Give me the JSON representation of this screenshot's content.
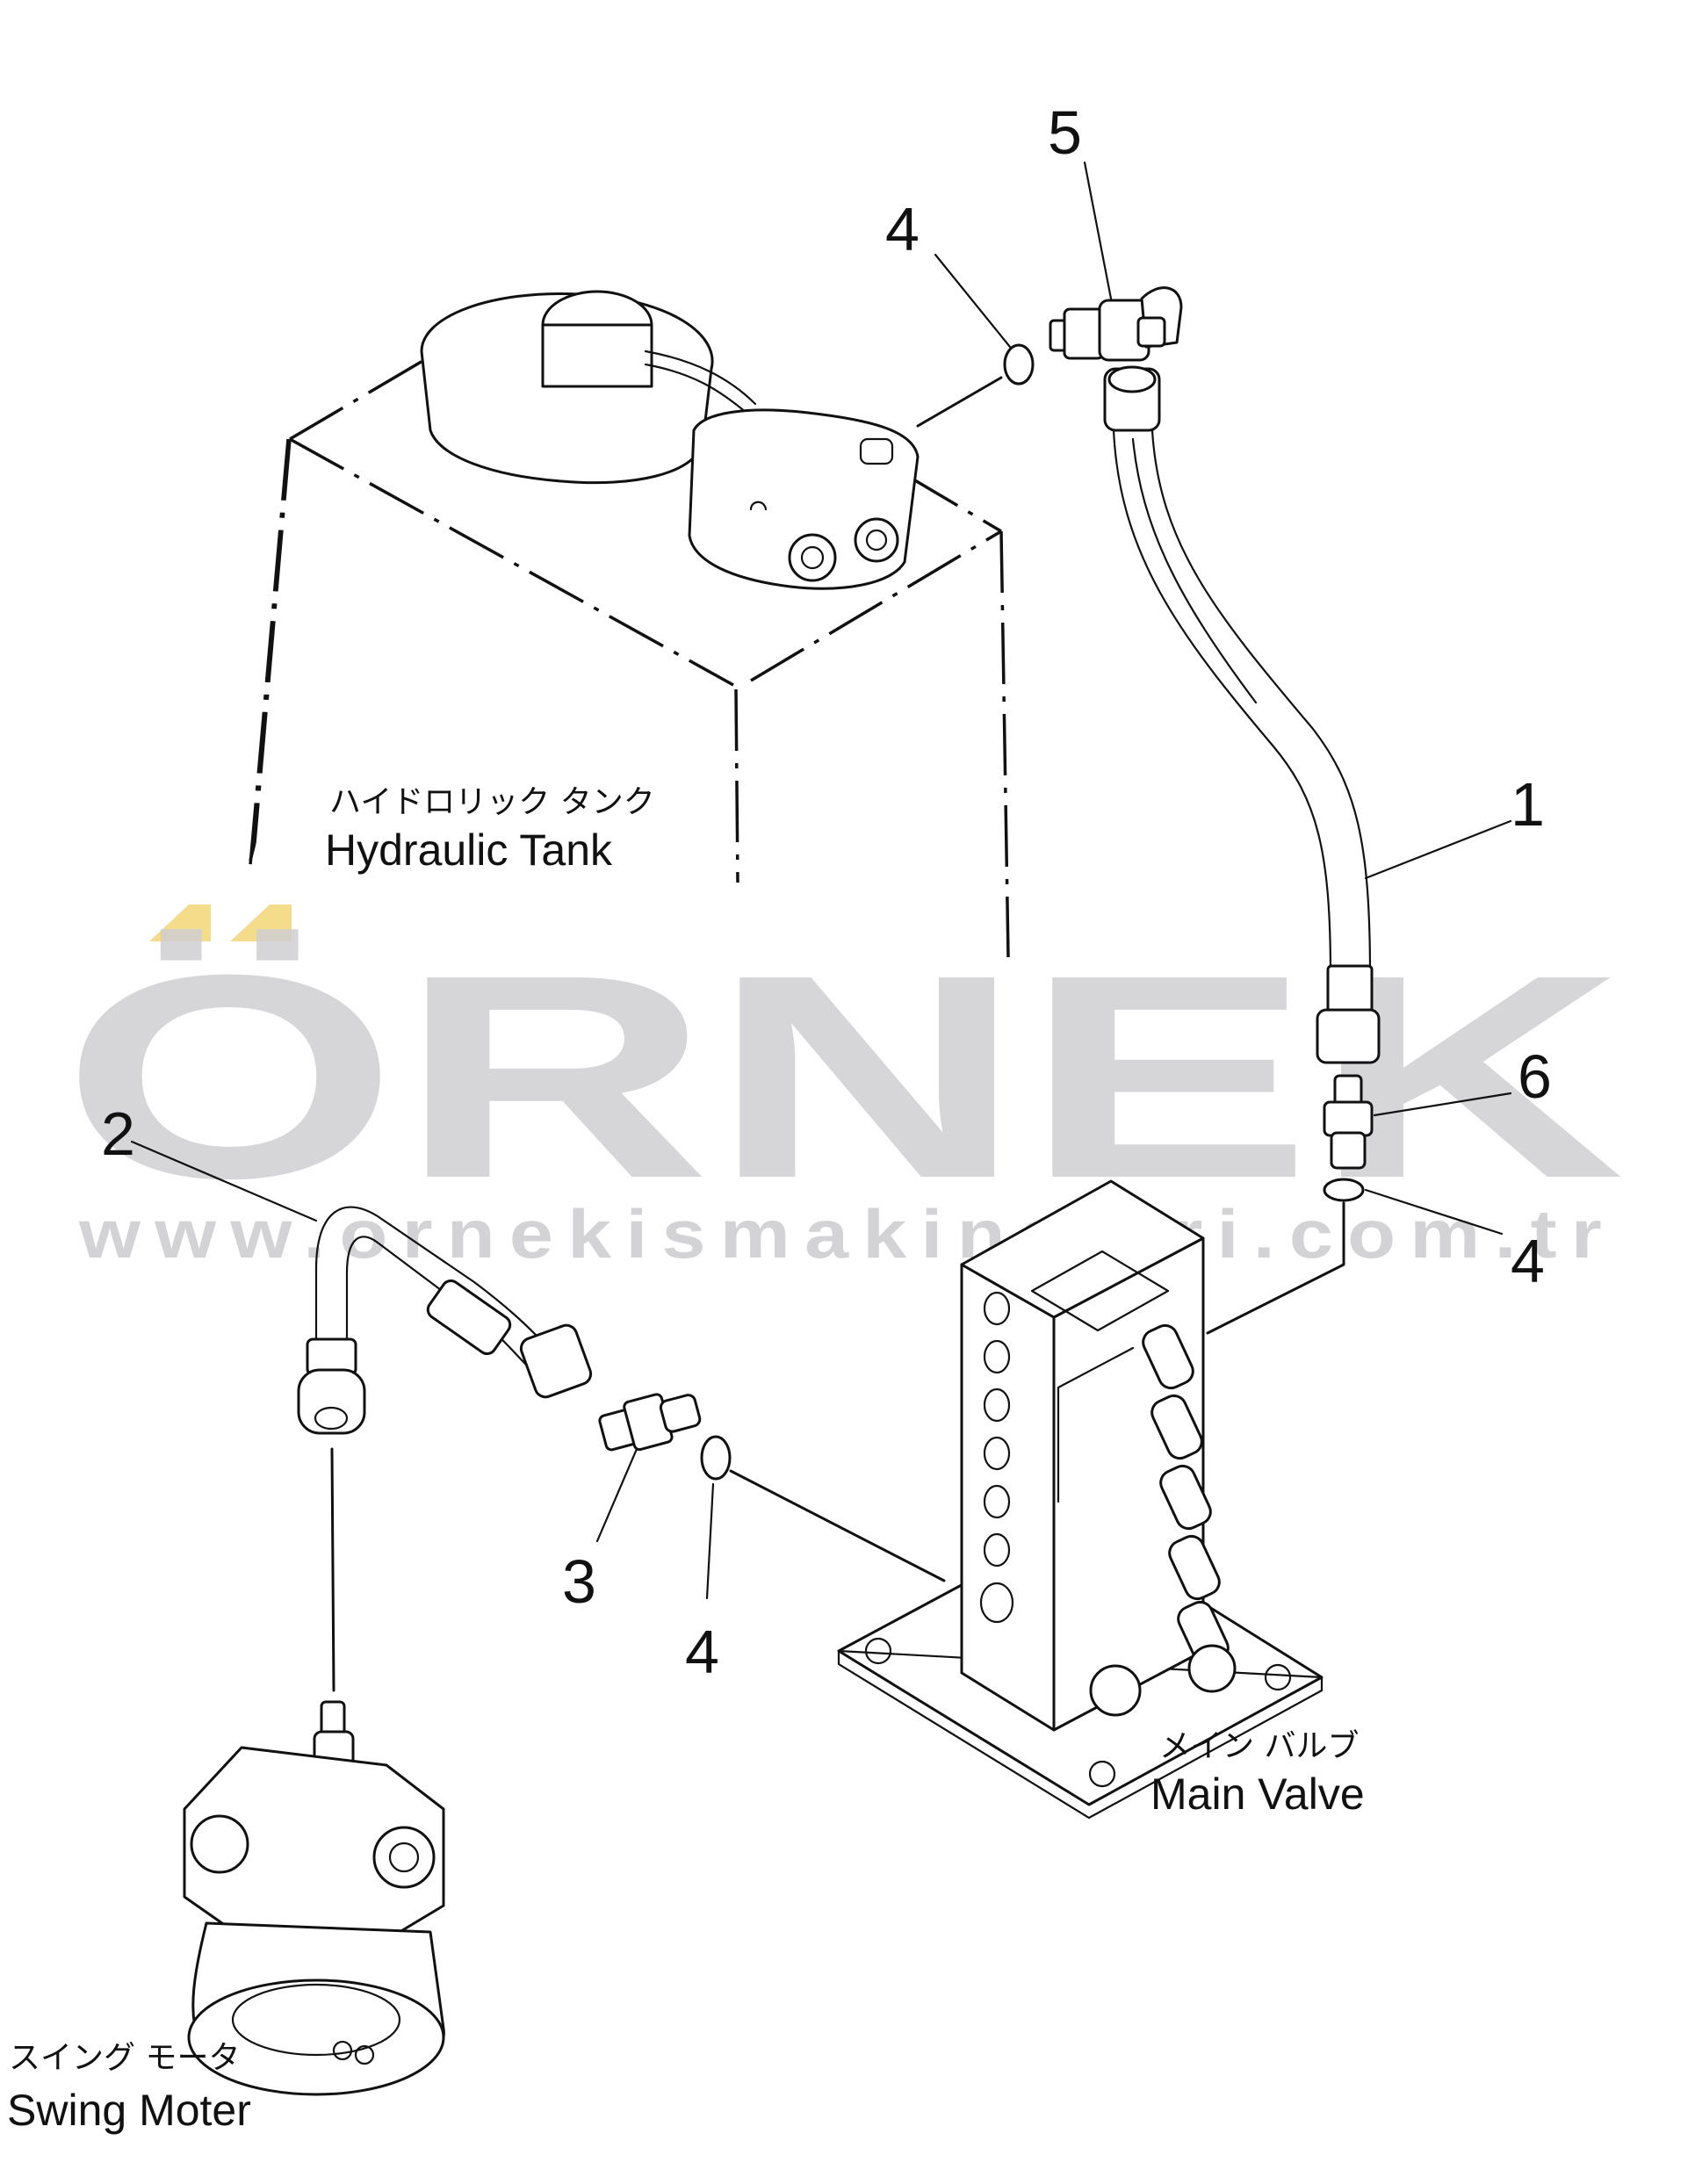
{
  "labels": {
    "hydraulic_tank_jp": "ハイドロリック タンク",
    "hydraulic_tank_en": "Hydraulic Tank",
    "main_valve_jp": "メイン バルブ",
    "main_valve_en": "Main Valve",
    "swing_motor_jp": "スイング モータ",
    "swing_motor_en": "Swing Moter"
  },
  "callouts": {
    "hose_1": "1",
    "tube_2": "2",
    "connector_3": "3",
    "oring_top": "4",
    "elbow_5": "5",
    "connector_6": "6",
    "oring_right": "4",
    "oring_bottom": "4"
  },
  "watermark": {
    "brand": "ÖRNEK",
    "url": "www.ornekismakinalari.com.tr",
    "brand_color": "#cfcfd2",
    "accent_color": "#f5dc8a"
  }
}
